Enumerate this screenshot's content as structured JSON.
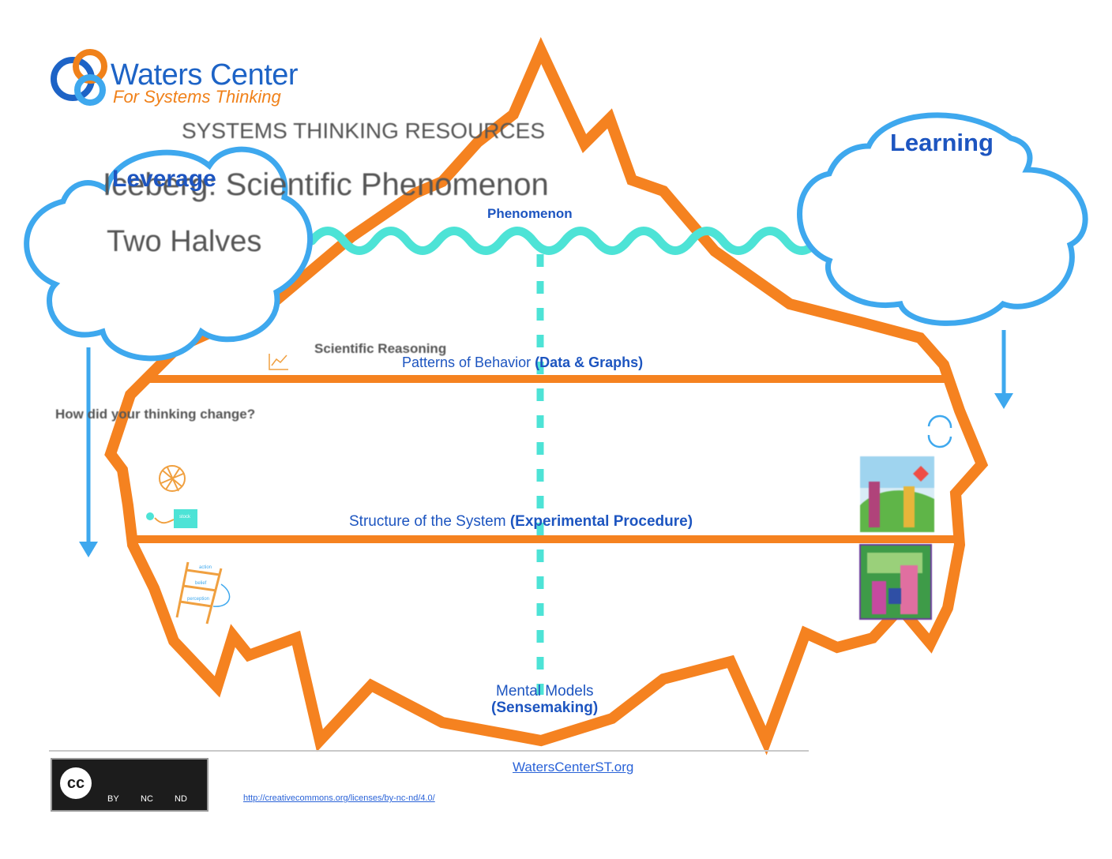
{
  "brand": {
    "name": "Waters Center",
    "tagline": "For Systems Thinking"
  },
  "header": {
    "overlay_line1": "SYSTEMS THINKING RESOURCES",
    "overlay_line2": "Iceberg: Scientific Phenomenon",
    "overlay_line3": "Two Halves"
  },
  "clouds": {
    "leverage_title": "Leverage",
    "learning_title": "Learning"
  },
  "sections": {
    "phenomenon": "Phenomenon",
    "scientific_reasoning": "Scientific Reasoning",
    "patterns": "Patterns of Behavior",
    "patterns_sub": "(Data & Graphs)",
    "thinking_prompt": "How did your thinking change?",
    "structure": "Structure of the System",
    "structure_sub": "(Experimental Procedure)",
    "mental_models_line1": "Mental Models",
    "mental_models_line2": "(Sensemaking)"
  },
  "icons": {
    "stock_label": "stock",
    "ladder_label_top": "action",
    "ladder_label_mid": "belief",
    "ladder_label_bot": "perception"
  },
  "footer": {
    "site_link": "WatersCenterST.org",
    "license_link": "http://creativecommons.org/licenses/by-nc-nd/4.0/",
    "cc_labels": [
      "BY",
      "NC",
      "ND"
    ],
    "cc_mark": "cc"
  },
  "colors": {
    "iceberg": "#f58220",
    "water": "#4de3d6",
    "cloud": "#3ea8ee",
    "text_blue": "#1d55c0"
  }
}
